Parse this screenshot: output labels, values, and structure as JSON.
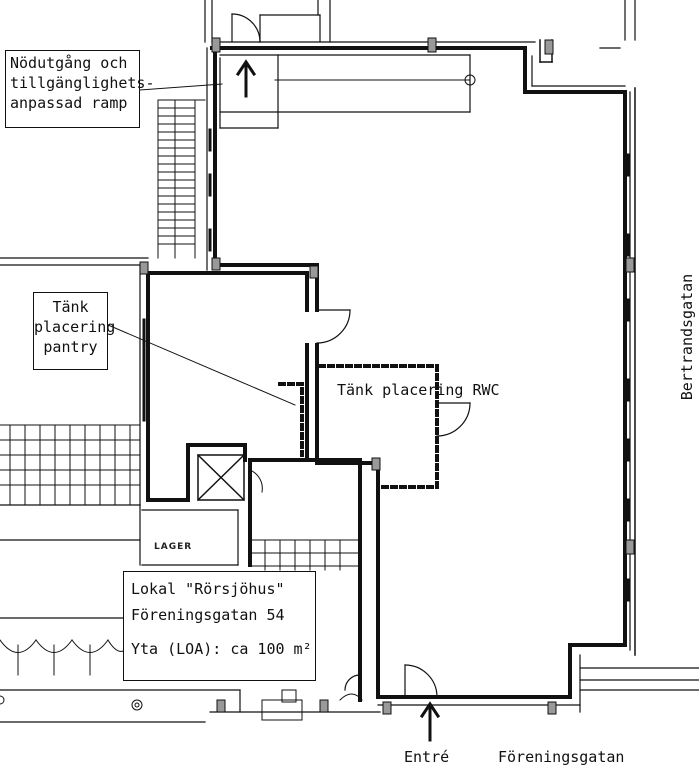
{
  "labels": {
    "emergency_exit": [
      "Nödutgång och",
      "tillgänglighets-",
      "anpassad ramp"
    ],
    "pantry": [
      "Tänk",
      "placering",
      "pantry"
    ],
    "rwc": [
      "Tänk",
      "placering",
      "RWC"
    ],
    "premises_title": "Lokal \"Rörsjöhus\"",
    "premises_address": "Föreningsgatan 54",
    "premises_area": "Yta (LOA): ca 100 m²",
    "storage": "LAGER",
    "entrance": "Entré",
    "street_bottom": "Föreningsgatan",
    "street_right": "Bertrandsgatan"
  },
  "colors": {
    "ink": "#111111",
    "paper": "#ffffff"
  }
}
